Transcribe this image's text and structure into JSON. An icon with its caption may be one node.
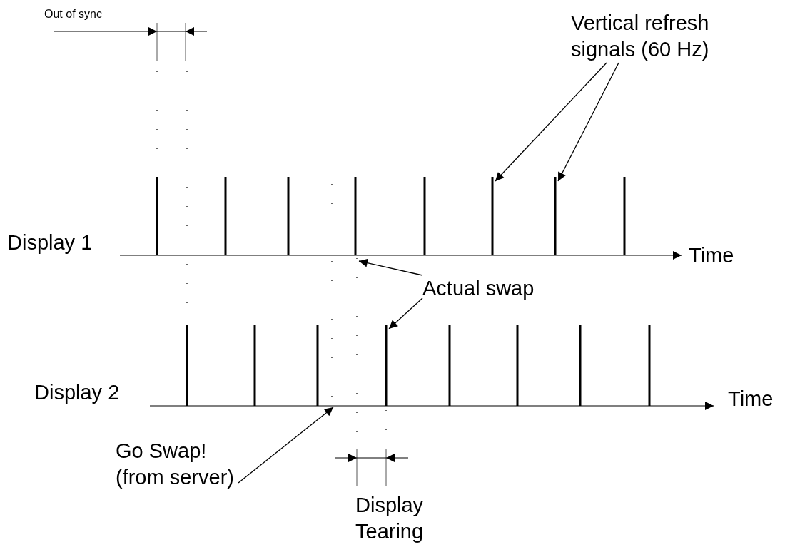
{
  "diagram": {
    "nodes": [
      {
        "text": [
          "Vertical refresh signals (60 Hz)"
        ]
      },
      {
        "text": [],
        "shape": "bar"
      },
      {
        "text": [],
        "shape": "bar"
      },
      {
        "text": [
          "Actual swap"
        ]
      },
      {
        "text": [],
        "shape": "bar"
      },
      {
        "text": [
          "Go Swap! (from server)"
        ]
      }
    ],
    "edges": [
      {
        "from": 0,
        "to": 1,
        "arrow": "to"
      },
      {
        "from": 0,
        "to": 2,
        "arrow": "to"
      },
      {
        "from": 3,
        "to": null,
        "arrow": "to"
      },
      {
        "from": 3,
        "to": 4,
        "arrow": "to"
      },
      {
        "from": 5,
        "to": null,
        "arrow": "to"
      }
    ],
    "labels": [
      "Out of sync",
      "Display 1",
      "Time",
      "Display 2",
      "Time",
      "Display Tearing"
    ]
  }
}
